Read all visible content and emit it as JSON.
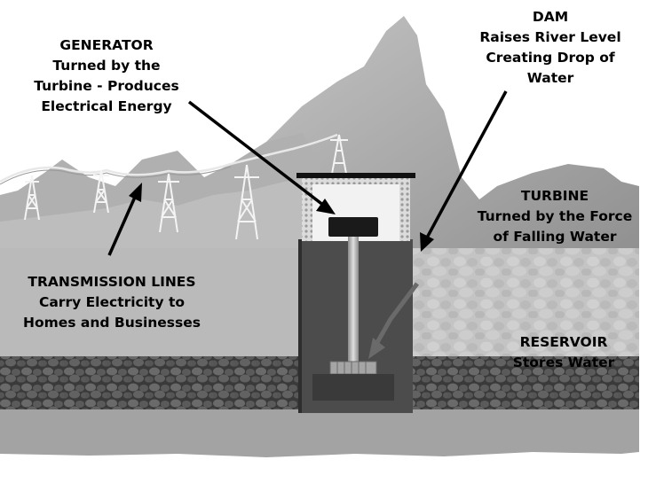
{
  "labels": {
    "generator": {
      "title": "GENERATOR",
      "lines": [
        "Turned by the",
        "Turbine - Produces",
        "Electrical Energy"
      ]
    },
    "dam": {
      "title": "DAM",
      "lines": [
        "Raises River Level",
        "Creating Drop of",
        "Water"
      ]
    },
    "turbine": {
      "title": "TURBINE",
      "lines": [
        "Turned by the Force",
        "of Falling Water"
      ]
    },
    "transmission": {
      "title": "TRANSMISSION LINES",
      "lines": [
        "Carry Electricity to",
        "Homes and Businesses"
      ]
    },
    "reservoir": {
      "title": "RESERVOIR",
      "lines": [
        "Stores Water"
      ]
    }
  },
  "colors": {
    "sky": "#ffffff",
    "mountain": "#a8a8a8",
    "mountain_far": "#bdbdbd",
    "hills": "#b5b5b5",
    "reservoir_water": "#c4c4c4",
    "downstream_water": "#bcbcbc",
    "gravel": "#4a4a4a",
    "riverbed": "#a2a2a2",
    "dam_body": "#4d4d4d",
    "powerhouse": "#d6d6d6",
    "generator": "#1a1a1a",
    "shaft": "#bfbfbf",
    "turbine_wheel": "#a0a0a0",
    "arrow": "#000000",
    "tower": "#ffffff",
    "wire": "#f2f2f2"
  }
}
